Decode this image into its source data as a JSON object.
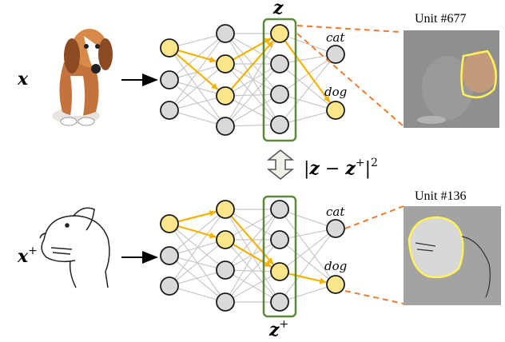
{
  "top": {
    "input_label": "x",
    "layer_label": "z",
    "outputs": [
      "cat",
      "dog"
    ],
    "unit_label": "Unit #677"
  },
  "bottom": {
    "input_label": "x",
    "input_sup": "+",
    "layer_label": "z",
    "layer_sup": "+",
    "outputs": [
      "cat",
      "dog"
    ],
    "unit_label": "Unit #136"
  },
  "loss": {
    "left_bar": "|",
    "z": "z",
    "minus": " − ",
    "zplus": "z",
    "plus": "+",
    "right_bar": "|",
    "power": "2"
  },
  "colors": {
    "node_active": "#fde68a",
    "node_inactive": "#d9d9d9",
    "edge_active": "#f5b301",
    "edge_inactive": "#c8c8c8",
    "layer_box": "#5a8a3a",
    "dashed": "#ec7c30"
  }
}
